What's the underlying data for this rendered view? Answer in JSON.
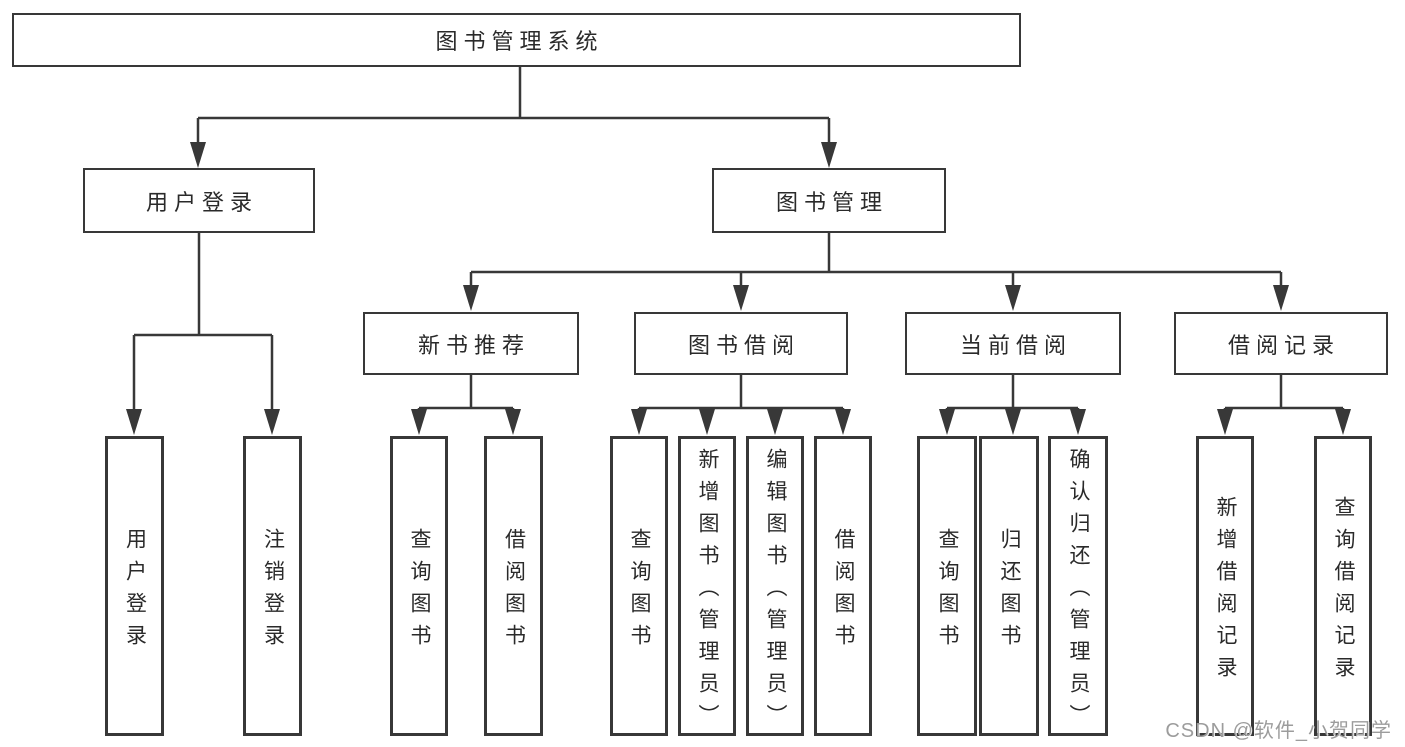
{
  "tree": {
    "label": "图书管理系统",
    "children": [
      {
        "label": "用户登录",
        "children": [
          {
            "label": "用户登录"
          },
          {
            "label": "注销登录"
          }
        ]
      },
      {
        "label": "图书管理",
        "children": [
          {
            "label": "新书推荐",
            "children": [
              {
                "label": "查询图书"
              },
              {
                "label": "借阅图书"
              }
            ]
          },
          {
            "label": "图书借阅",
            "children": [
              {
                "label": "查询图书"
              },
              {
                "label": "新增图书（管理员）"
              },
              {
                "label": "编辑图书（管理员）"
              },
              {
                "label": "借阅图书"
              }
            ]
          },
          {
            "label": "当前借阅",
            "children": [
              {
                "label": "查询图书"
              },
              {
                "label": "归还图书"
              },
              {
                "label": "确认归还（管理员）"
              }
            ]
          },
          {
            "label": "借阅记录",
            "children": [
              {
                "label": "新增借阅记录"
              },
              {
                "label": "查询借阅记录"
              }
            ]
          }
        ]
      }
    ]
  },
  "watermark": "CSDN @软件_小贺同学",
  "colors": {
    "line": "#383838",
    "box_border": "#383838",
    "text": "#2a2a2a",
    "background": "#ffffff",
    "watermark": "#9c9c9c"
  }
}
